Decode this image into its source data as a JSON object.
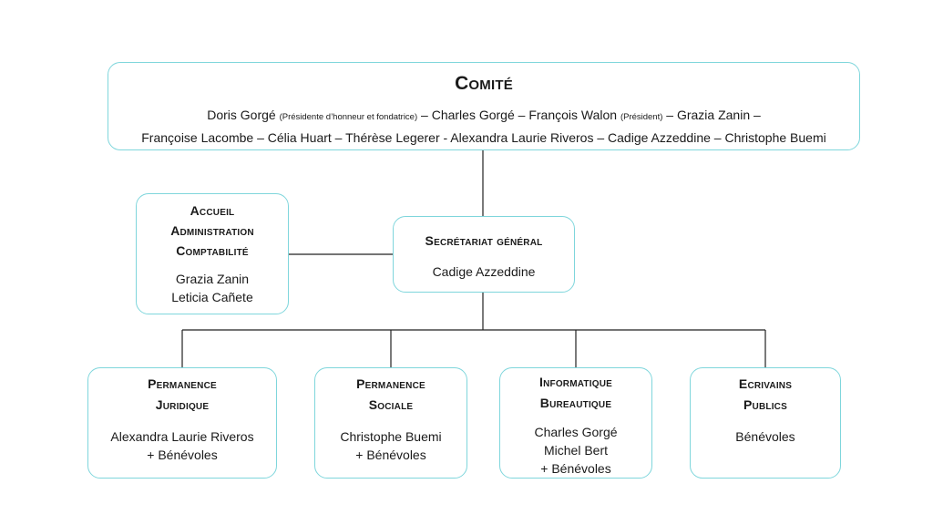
{
  "comite": {
    "title": "Comité",
    "line1": [
      {
        "text": "Doris Gorgé ",
        "small": false
      },
      {
        "text": "(Présidente d’honneur et fondatrice)",
        "small": true
      },
      {
        "text": " – Charles Gorgé – François Walon ",
        "small": false
      },
      {
        "text": "(Président)",
        "small": true
      },
      {
        "text": " – Grazia Zanin –",
        "small": false
      }
    ],
    "line2": "Françoise Lacombe – Célia Huart – Thérèse Legerer - Alexandra Laurie Riveros – Cadige Azzeddine – Christophe Buemi"
  },
  "accueil": {
    "titles": [
      "Accueil",
      "Administration",
      "Comptabilité"
    ],
    "members": [
      "Grazia Zanin",
      "Leticia Cañete"
    ]
  },
  "secretariat": {
    "title": "Secrétariat général",
    "members": [
      "Cadige Azzeddine"
    ]
  },
  "departments": [
    {
      "titles": [
        "Permanence",
        "Juridique"
      ],
      "members": [
        "Alexandra Laurie Riveros",
        "+ Bénévoles"
      ]
    },
    {
      "titles": [
        "Permanence",
        "Sociale"
      ],
      "members": [
        "Christophe Buemi",
        "+ Bénévoles"
      ]
    },
    {
      "titles": [
        "Informatique",
        "Bureautique"
      ],
      "members": [
        "Charles Gorgé",
        "Michel Bert",
        "+ Bénévoles"
      ]
    },
    {
      "titles": [
        "Ecrivains",
        "Publics"
      ],
      "members": [
        "Bénévoles"
      ]
    }
  ]
}
